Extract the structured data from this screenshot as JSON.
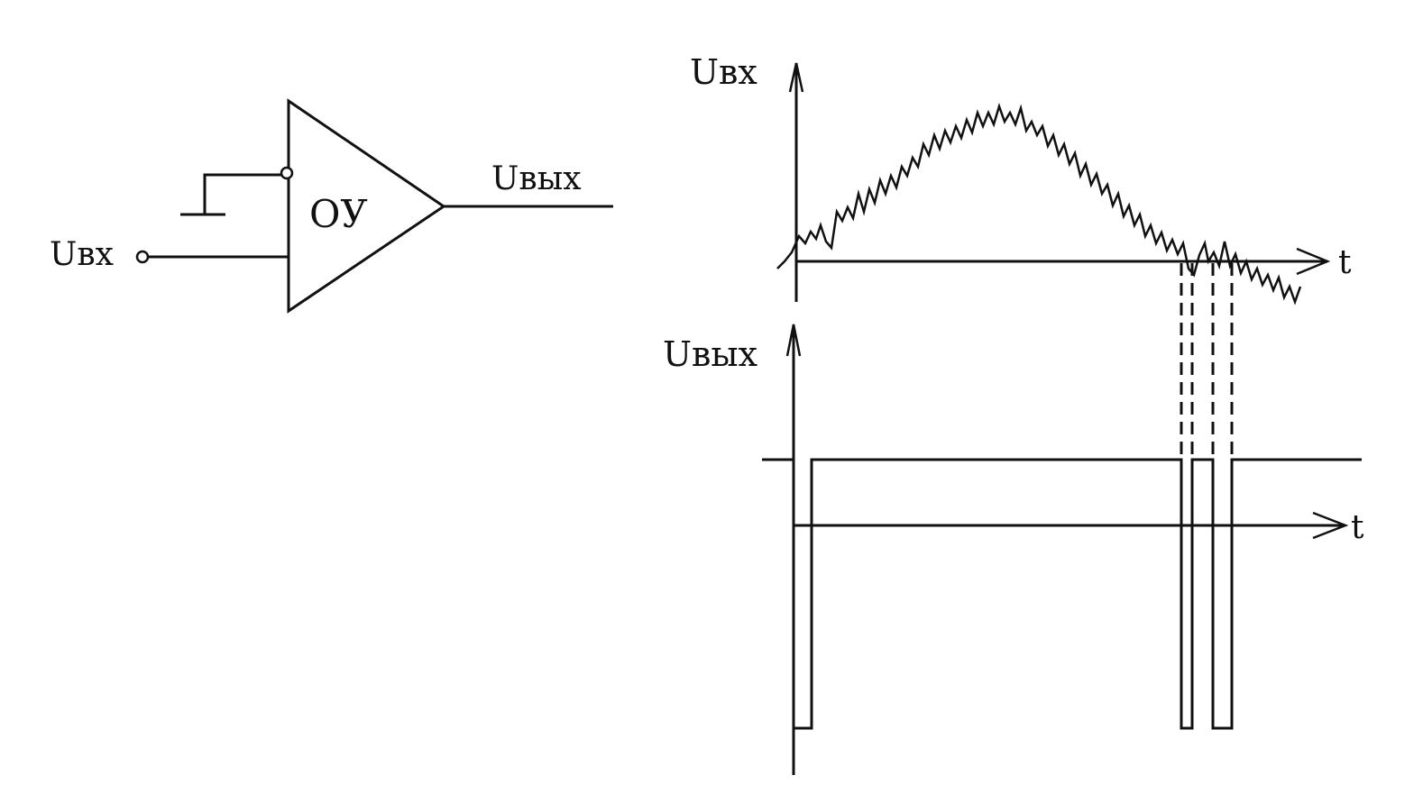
{
  "schematic": {
    "amp_label": "ОУ",
    "input_label": "Uвх",
    "output_label": "Uвых"
  },
  "graphs": {
    "top": {
      "y_label": "Uвх",
      "x_label": "t"
    },
    "bottom": {
      "y_label": "Uвых",
      "x_label": "t"
    }
  },
  "colors": {
    "ink": "#111111",
    "background": "#ffffff"
  }
}
